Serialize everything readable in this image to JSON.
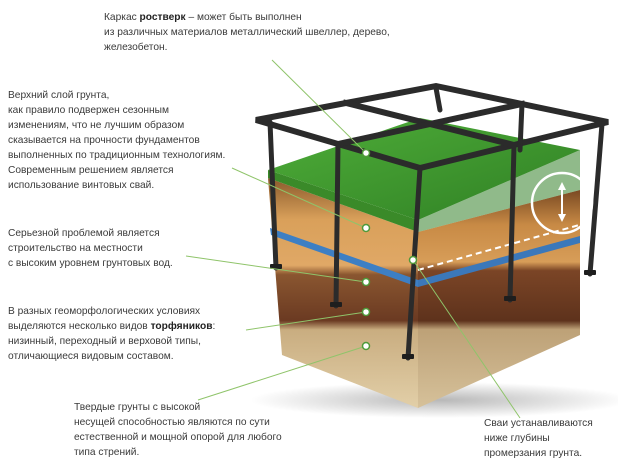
{
  "callouts": {
    "frame": {
      "line1_pre": "Каркас ",
      "line1_bold": "ростверк",
      "line1_post": " – может быть выполнен",
      "line2": "из различных материалов металлический швеллер, дерево,",
      "line3": "железобетон."
    },
    "topsoil": {
      "lines": [
        "Верхний слой грунта,",
        "как правило подвержен сезонным",
        "изменениям, что не лучшим образом",
        "сказывается на прочности фундаментов",
        "выполненных по традиционным технологиям.",
        "Современным решением является",
        "использование винтовых свай."
      ]
    },
    "groundwater": {
      "lines": [
        "Серьезной проблемой является",
        "строительство на местности",
        "с высоким уровнем грунтовых вод."
      ]
    },
    "peat": {
      "line1": "В разных геоморфологических условиях",
      "line2_pre": "выделяются несколько видов ",
      "line2_bold": "торфяников",
      "line2_post": ":",
      "line3": "низинный, переходный и верховой типы,",
      "line4": "отличающиеся видовым составом."
    },
    "bedrock": {
      "lines": [
        "Твердые грунты с высокой",
        "несущей способностью являются по сути",
        "естественной и мощной опорой для любого",
        "типа стрений."
      ]
    },
    "piles": {
      "lines": [
        "Сваи устанавливаются",
        "ниже глубины",
        "промерзания грунта."
      ]
    }
  },
  "colors": {
    "text": "#3a3a3a",
    "leader": "#8fc46a",
    "grass": "#3f9a2e",
    "frame": "#2b2b2b",
    "water": "#3d7fc4",
    "clay_top": "#d9a05a",
    "peat": "#6b3a22",
    "base": "#d8c29a"
  }
}
